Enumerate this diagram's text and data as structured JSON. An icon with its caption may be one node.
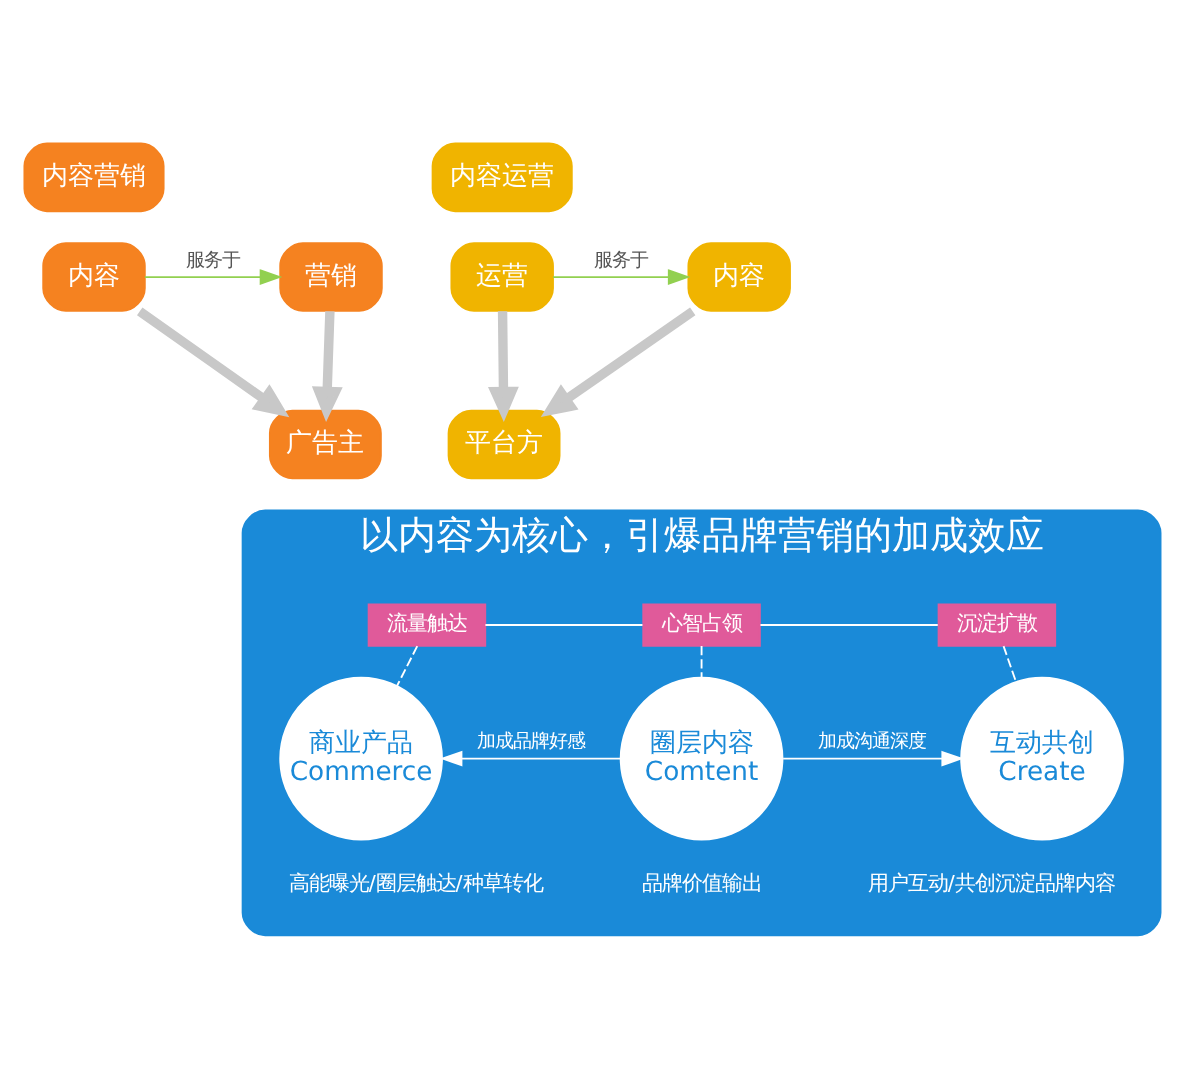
{
  "diagram": {
    "nodes": [
      {
        "text": [
          "内容营销"
        ]
      },
      {
        "text": [
          "内容"
        ]
      },
      {
        "text": [
          "营销"
        ]
      },
      {
        "text": [
          "广告主"
        ]
      },
      {
        "text": [
          "内容运营"
        ]
      },
      {
        "text": [
          "运营"
        ]
      },
      {
        "text": [
          "内容"
        ]
      },
      {
        "text": [
          "平台方"
        ]
      },
      {
        "text": [
          "以内容为核心，引爆品牌营销的加成效应"
        ]
      },
      {
        "text": [
          "流量触达"
        ],
        "in": 8
      },
      {
        "text": [
          "心智占领"
        ],
        "in": 8
      },
      {
        "text": [
          "沉淀扩散"
        ],
        "in": 8
      },
      {
        "text": [
          "商业产品",
          "Commerce"
        ],
        "beside": [
          "高能曝光/圈层触达/种草转化"
        ],
        "in": 8
      },
      {
        "text": [
          "圈层内容",
          "Comtent"
        ],
        "beside": [
          "品牌价值输出"
        ],
        "in": 8
      },
      {
        "text": [
          "互动共创",
          "Create"
        ],
        "beside": [
          "用户互动/共创沉淀品牌内容"
        ],
        "in": 8
      }
    ],
    "edges": [
      {
        "from": 1,
        "to": 2,
        "label": "服务于",
        "arrow": "to",
        "color": "#92d050"
      },
      {
        "from": 1,
        "to": 3,
        "arrow": "to",
        "style": "thick",
        "color": "#c8c8c8"
      },
      {
        "from": 2,
        "to": 3,
        "arrow": "to",
        "style": "thick",
        "color": "#c8c8c8"
      },
      {
        "from": 5,
        "to": 6,
        "label": "服务于",
        "arrow": "to",
        "color": "#92d050"
      },
      {
        "from": 5,
        "to": 7,
        "arrow": "to",
        "style": "thick",
        "color": "#c8c8c8"
      },
      {
        "from": 6,
        "to": 7,
        "arrow": "to",
        "style": "thick",
        "color": "#c8c8c8"
      },
      {
        "from": 9,
        "to": 10,
        "arrow": "none",
        "color": "#ffffff"
      },
      {
        "from": 10,
        "to": 11,
        "arrow": "none",
        "color": "#ffffff"
      },
      {
        "from": 9,
        "to": 12,
        "arrow": "none",
        "style": "dashed",
        "color": "#ffffff"
      },
      {
        "from": 10,
        "to": 13,
        "arrow": "none",
        "style": "dashed",
        "color": "#ffffff"
      },
      {
        "from": 11,
        "to": 14,
        "arrow": "none",
        "style": "dashed",
        "color": "#ffffff"
      },
      {
        "from": 13,
        "to": 12,
        "label": "加成品牌好感",
        "arrow": "to",
        "color": "#ffffff"
      },
      {
        "from": 13,
        "to": 14,
        "label": "加成沟通深度",
        "arrow": "to",
        "color": "#ffffff"
      }
    ]
  }
}
